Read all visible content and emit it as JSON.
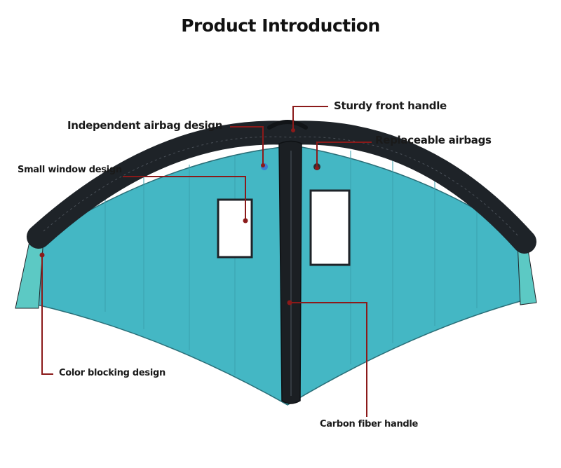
{
  "title": "Product Introduction",
  "labels": {
    "sturdy_front_handle": "Sturdy front handle",
    "independent_airbag": "Independent airbag design",
    "replaceable_airbags": "Replaceable airbags",
    "small_window": "Small window design",
    "color_blocking": "Color blocking design",
    "carbon_fiber_handle": "Carbon fiber handle"
  },
  "colors": {
    "canopy": "#44b7c4",
    "leading_edge": "#1e2328",
    "strut": "#1b1f23",
    "tips": "#5cc9c4",
    "callout_line": "#8b1a1a",
    "window": "#ffffff"
  }
}
